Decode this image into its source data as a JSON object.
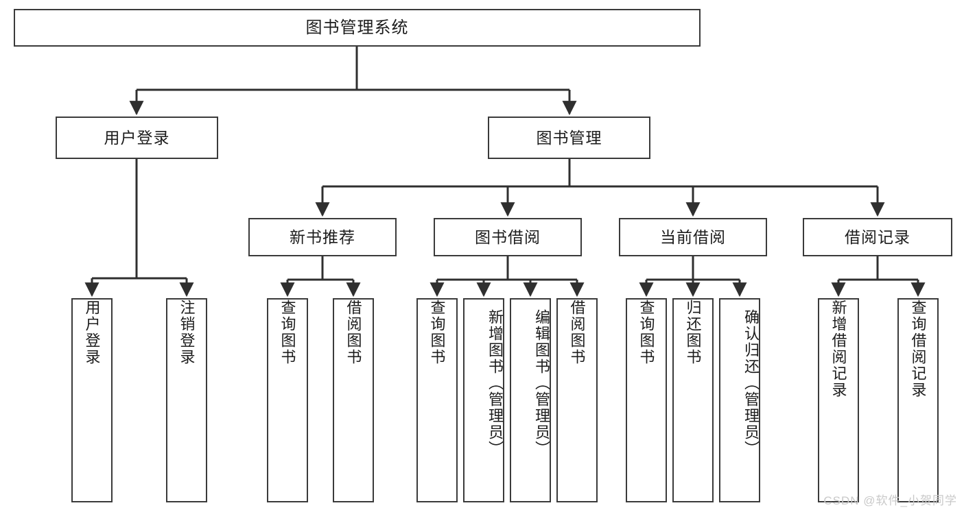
{
  "diagram": {
    "title": "图书管理系统",
    "type": "功能结构图",
    "watermark": "CSDN @软件_小贺同学",
    "colors": {
      "node_border": "#3a3a3a",
      "node_fill": "#ffffff",
      "edge": "#2f2f2f",
      "text": "#1c1c1c",
      "watermark": "#c9c9c9",
      "background": "#ffffff"
    },
    "levels": {
      "root": {
        "label": "图书管理系统"
      },
      "level2": [
        {
          "label": "用户登录"
        },
        {
          "label": "图书管理"
        }
      ],
      "level3": [
        {
          "label": "新书推荐"
        },
        {
          "label": "图书借阅"
        },
        {
          "label": "当前借阅"
        },
        {
          "label": "借阅记录"
        }
      ]
    },
    "leaves": {
      "user_login": [
        {
          "label": "用户登录"
        },
        {
          "label": "注销登录"
        }
      ],
      "new_book": [
        {
          "label": "查询图书"
        },
        {
          "label": "借阅图书"
        }
      ],
      "book_borrow": [
        {
          "label": "查询图书"
        },
        {
          "label": "新增图书（管理员）"
        },
        {
          "label": "编辑图书（管理员）"
        },
        {
          "label": "借阅图书"
        }
      ],
      "current_borrow": [
        {
          "label": "查询图书"
        },
        {
          "label": "归还图书"
        },
        {
          "label": "确认归还（管理员）"
        }
      ],
      "borrow_record": [
        {
          "label": "新增借阅记录"
        },
        {
          "label": "查询借阅记录"
        }
      ]
    }
  }
}
